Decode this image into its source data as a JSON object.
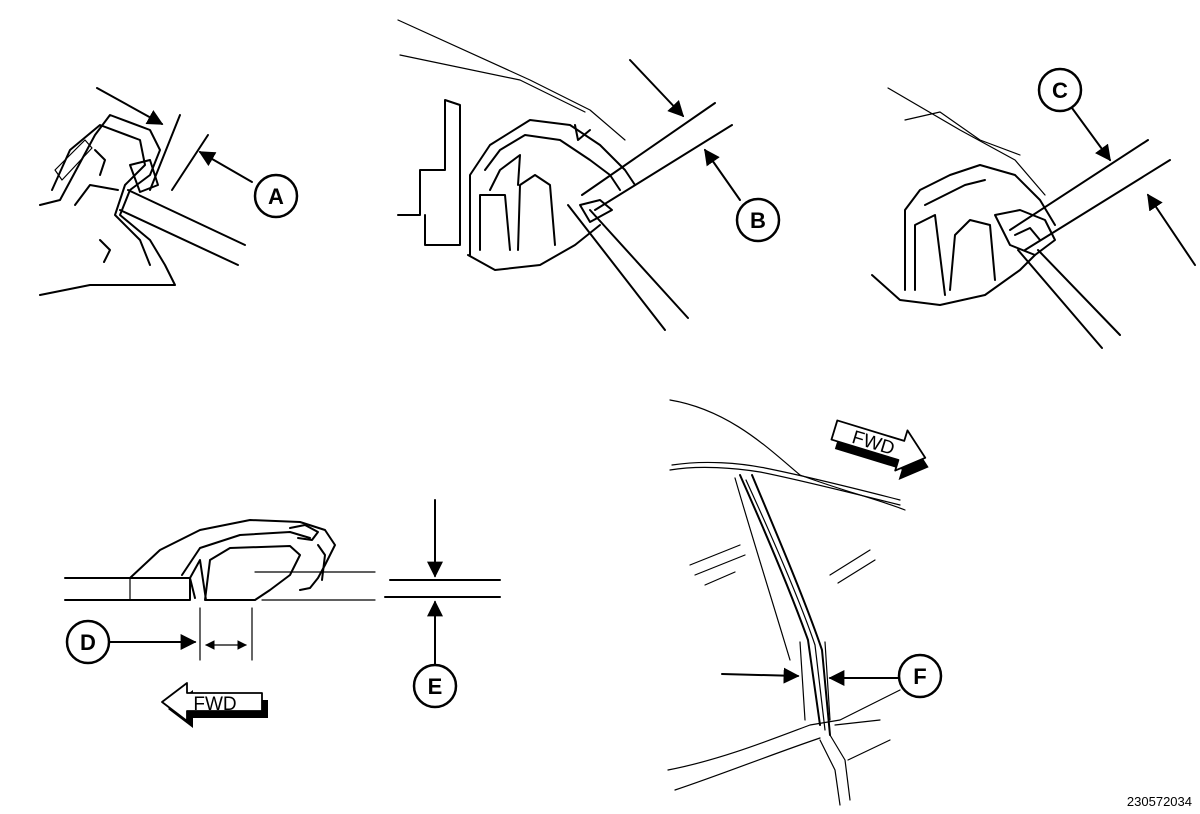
{
  "callouts": {
    "a": "A",
    "b": "B",
    "c": "C",
    "d": "D",
    "e": "E",
    "f": "F"
  },
  "direction": {
    "fwd_lower_left": "FWD",
    "fwd_upper_right": "FWD"
  },
  "figure_number": "230572034"
}
